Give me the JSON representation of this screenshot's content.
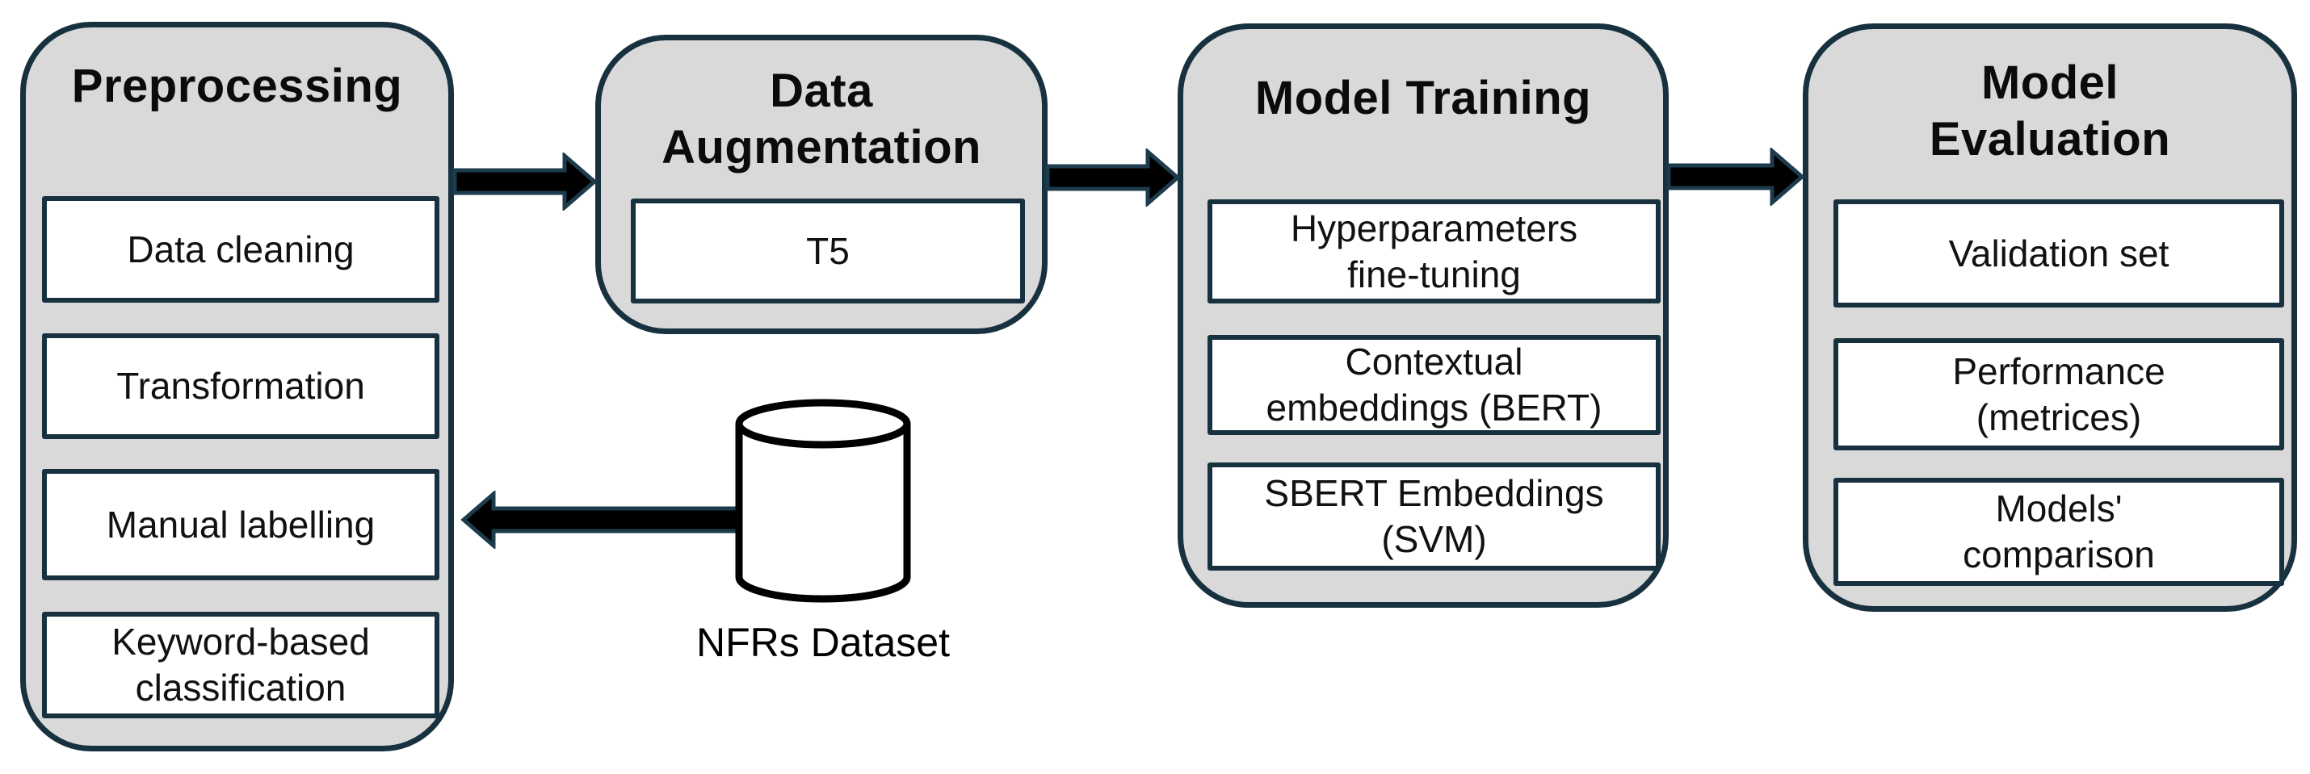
{
  "diagram": {
    "type": "flowchart",
    "columns": [
      {
        "id": "preprocessing",
        "title": "Preprocessing",
        "items": [
          "Data cleaning",
          "Transformation",
          "Manual labelling",
          "Keyword-based\nclassification"
        ]
      },
      {
        "id": "data-augmentation",
        "title": "Data\nAugmentation",
        "items": [
          "T5"
        ]
      },
      {
        "id": "model-training",
        "title": "Model Training",
        "items": [
          "Hyperparameters\nfine-tuning",
          "Contextual\nembeddings (BERT)",
          "SBERT Embeddings\n(SVM)"
        ]
      },
      {
        "id": "model-evaluation",
        "title": "Model\nEvaluation",
        "items": [
          "Validation set",
          "Performance\n(metrices)",
          "Models'\ncomparison"
        ]
      }
    ],
    "datastore": {
      "icon": "database-cylinder-icon",
      "label": "NFRs Dataset"
    },
    "arrows": [
      {
        "from": "preprocessing",
        "to": "data-augmentation",
        "direction": "right"
      },
      {
        "from": "data-augmentation",
        "to": "model-training",
        "direction": "right"
      },
      {
        "from": "model-training",
        "to": "model-evaluation",
        "direction": "right"
      },
      {
        "from": "nfrs-dataset",
        "to": "preprocessing",
        "direction": "left"
      }
    ],
    "colors": {
      "stage_fill": "#d9d9d9",
      "stage_border": "#17313f",
      "step_fill": "#ffffff",
      "arrow_fill": "#000000",
      "arrow_outline": "#1c3c4d",
      "text": "#111111",
      "background": "#ffffff"
    }
  }
}
